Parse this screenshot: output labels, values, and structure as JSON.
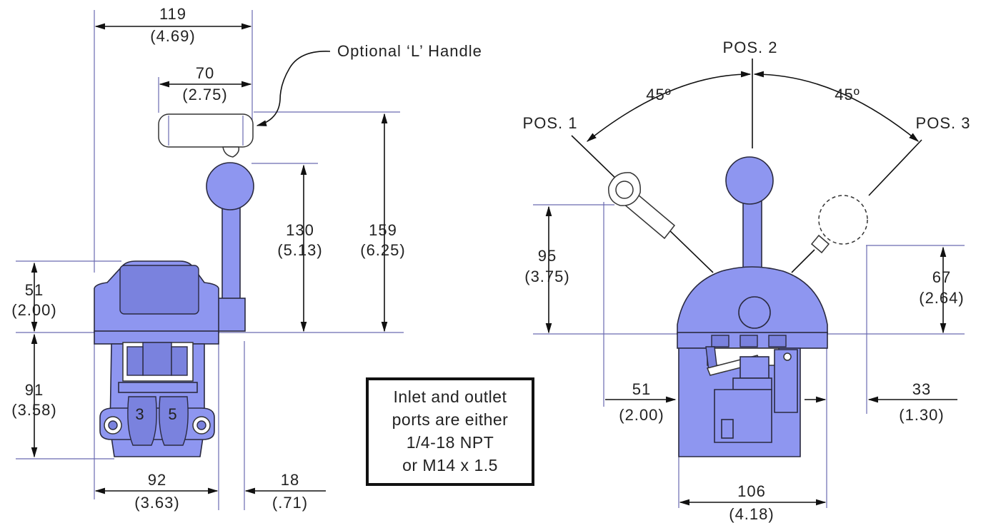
{
  "left_view": {
    "dim_119": "119",
    "dim_119_in": "(4.69)",
    "dim_70": "70",
    "dim_70_in": "(2.75)",
    "callout": "Optional ‘L’ Handle",
    "dim_130": "130",
    "dim_130_in": "(5.13)",
    "dim_159": "159",
    "dim_159_in": "(6.25)",
    "dim_51": "51",
    "dim_51_in": "(2.00)",
    "dim_91": "91",
    "dim_91_in": "(3.58)",
    "dim_92": "92",
    "dim_92_in": "(3.63)",
    "dim_18": "18",
    "dim_18_in": "(.71)",
    "port_a": "3",
    "port_b": "5"
  },
  "note_box": {
    "line1": "Inlet and outlet",
    "line2": "ports are either",
    "line3": "1/4-18 NPT",
    "line4": "or M14 x 1.5"
  },
  "right_view": {
    "pos1": "POS. 1",
    "pos2": "POS. 2",
    "pos3": "POS. 3",
    "angle_left": "45º",
    "angle_right": "45º",
    "dim_95": "95",
    "dim_95_in": "(3.75)",
    "dim_67": "67",
    "dim_67_in": "(2.64)",
    "dim_51": "51",
    "dim_51_in": "(2.00)",
    "dim_33": "33",
    "dim_33_in": "(1.30)",
    "dim_106": "106",
    "dim_106_in": "(4.18)"
  },
  "colors": {
    "body": "#8e96f0",
    "outline": "#2a2a40",
    "extension": "#6a6ab0"
  }
}
